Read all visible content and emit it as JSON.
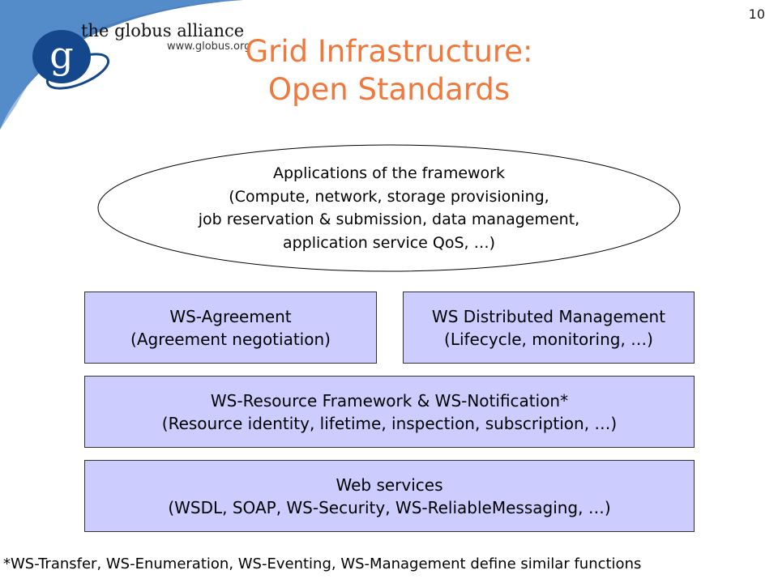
{
  "branding": {
    "logo_glyph": "g",
    "name": "the globus alliance",
    "url": "www.globus.org",
    "swoosh_color": "#4a80c0"
  },
  "slide_number": "10",
  "title": {
    "line1": "Grid Infrastructure:",
    "line2": "Open Standards",
    "color": "#f0783c"
  },
  "applications": {
    "line1": "Applications of the framework",
    "line2": "(Compute, network, storage provisioning,",
    "line3": "job reservation & submission, data management,",
    "line4": "application service QoS, …)"
  },
  "boxes": {
    "fill_color": "#ccccff",
    "ws_agreement": {
      "title": "WS-Agreement",
      "detail": "(Agreement negotiation)"
    },
    "ws_dm": {
      "title": "WS Distributed Management",
      "detail": "(Lifecycle, monitoring, …)"
    },
    "wsrf": {
      "title": "WS-Resource Framework & WS-Notification*",
      "detail": "(Resource identity, lifetime, inspection, subscription, …)"
    },
    "web_services": {
      "title": "Web services",
      "detail": "(WSDL, SOAP, WS-Security, WS-ReliableMessaging, …)"
    }
  },
  "footnote": "*WS-Transfer, WS-Enumeration, WS-Eventing, WS-Management define similar functions"
}
